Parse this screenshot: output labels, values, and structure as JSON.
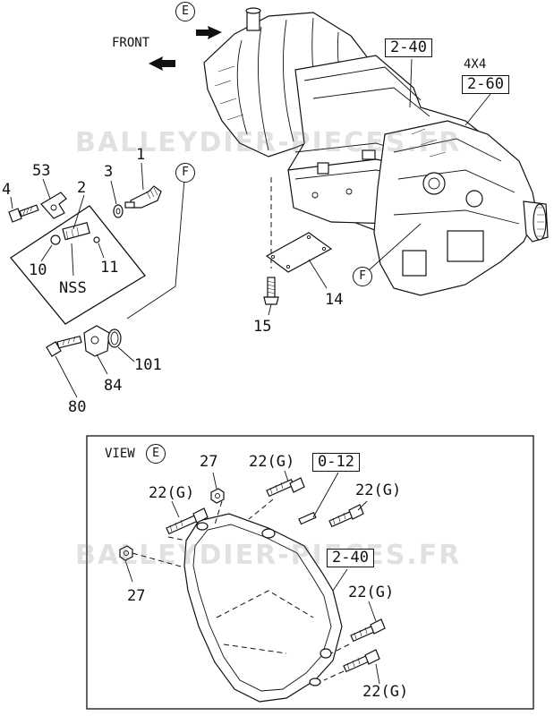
{
  "watermark": "BALLEYDIER-PIECES.FR",
  "header": {
    "view_marker": "E",
    "front_label": "FRONT",
    "ref_marker": "F"
  },
  "transmission": {
    "ref_2_40": "2-40",
    "drive_label": "4X4",
    "ref_2_60": "2-60",
    "callout_14": "14",
    "callout_15": "15",
    "marker_F": "F"
  },
  "parts": {
    "p4": "4",
    "p53": "53",
    "p2": "2",
    "p3": "3",
    "p1": "1",
    "p10": "10",
    "p11": "11",
    "nss": "NSS",
    "p80": "80",
    "p84": "84",
    "p101": "101"
  },
  "view_e": {
    "title": "VIEW",
    "title_marker": "E",
    "p27_top": "27",
    "p22g_a": "22(G)",
    "p22g_b": "22(G)",
    "ref_0_12": "0-12",
    "p22g_c": "22(G)",
    "ref_2_40": "2-40",
    "p27_bottom": "27",
    "p22g_d": "22(G)",
    "p22g_e": "22(G)"
  }
}
